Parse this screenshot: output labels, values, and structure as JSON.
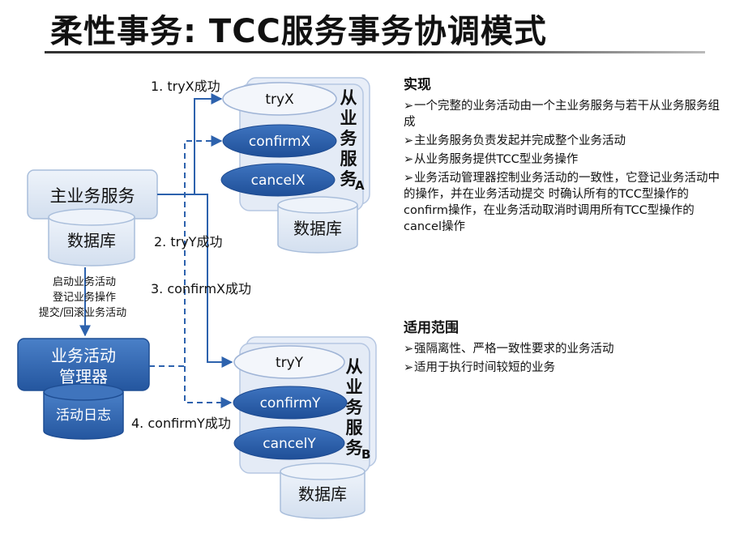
{
  "title": "柔性事务: TCC服务事务协调模式",
  "diagram": {
    "main_service": "主业务服务",
    "db": "数据库",
    "activity_manager_line1": "业务活动",
    "activity_manager_line2": "管理器",
    "activity_log": "活动日志",
    "manager_notes": [
      "启动业务活动",
      "登记业务操作",
      "提交/回滚业务活动"
    ],
    "step1": "1. tryX成功",
    "step2": "2. tryY成功",
    "step3": "3. confirmX成功",
    "step4": "4. confirmY成功",
    "slave_service_label": "从业务服务",
    "service_a_suffix": "A",
    "service_b_suffix": "B",
    "tryX": "tryX",
    "confirmX": "confirmX",
    "cancelX": "cancelX",
    "tryY": "tryY",
    "confirmY": "confirmY",
    "cancelY": "cancelY"
  },
  "impl": {
    "heading": "实现",
    "arrow": "➢",
    "items": [
      "一个完整的业务活动由一个主业务服务与若干从业务服务组成",
      "主业务服务负责发起并完成整个业务活动",
      "从业务服务提供TCC型业务操作",
      "业务活动管理器控制业务活动的一致性，它登记业务活动中的操作，并在业务活动提交 时确认所有的TCC型操作的confirm操作，在业务活动取消时调用所有TCC型操作的cancel操作"
    ]
  },
  "scope": {
    "heading": "适用范围",
    "items": [
      "强隔离性、严格一致性要求的业务活动",
      "适用于执行时间较短的业务"
    ]
  },
  "colors": {
    "box_light": "#dbe5f3",
    "box_border": "#a9bedb",
    "box_dark": "#2f63ad",
    "ellipse_dark": "#2a5aa6",
    "line": "#2d62ad"
  }
}
